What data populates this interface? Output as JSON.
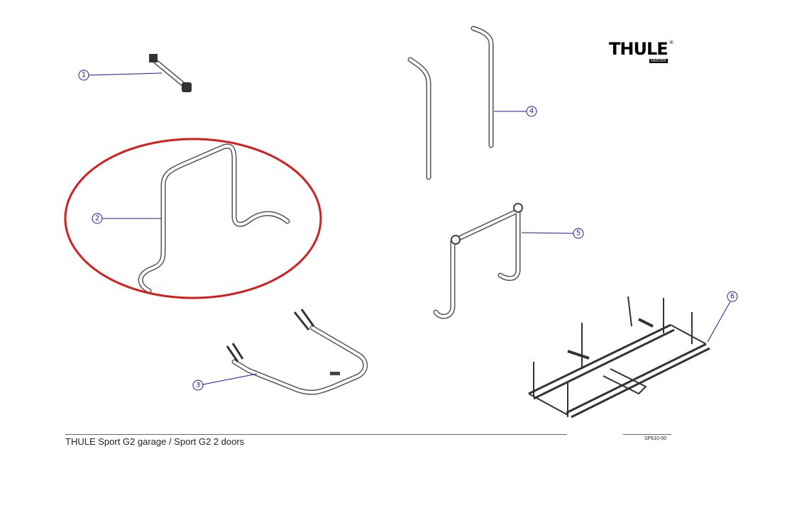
{
  "logo": {
    "brand": "THULE",
    "sub": "SWEDEN",
    "reg": "®"
  },
  "callouts": [
    "1",
    "2",
    "3",
    "4",
    "5",
    "6"
  ],
  "footer": {
    "title": "THULE Sport G2 garage / Sport G2 2 doors",
    "code": "SP610-00"
  },
  "highlight_color": "#d02020"
}
